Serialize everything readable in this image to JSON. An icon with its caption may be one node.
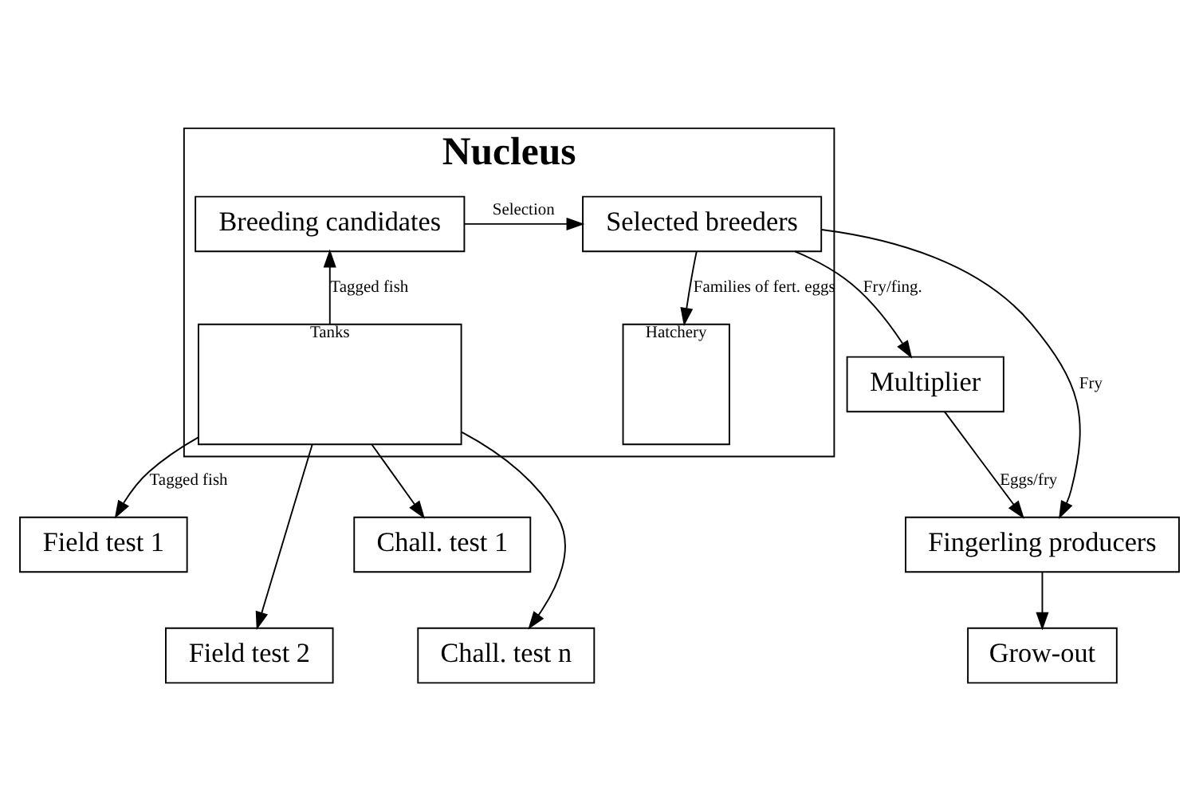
{
  "diagram": {
    "nodes": [
      {
        "text": [
          "Nucleus"
        ]
      },
      {
        "text": [
          "Breeding candidates"
        ],
        "in": 0
      },
      {
        "text": [
          "Selected breeders"
        ],
        "in": 0
      },
      {
        "text": [
          "Tanks"
        ],
        "in": 0
      },
      {
        "text": [
          "Hatchery"
        ],
        "in": 0
      },
      {
        "text": [
          "Multiplier"
        ]
      },
      {
        "text": [
          "Fingerling producers"
        ]
      },
      {
        "text": [
          "Grow-out"
        ]
      },
      {
        "text": [
          "Field test 1"
        ]
      },
      {
        "text": [
          "Field test 2"
        ]
      },
      {
        "text": [
          "Chall. test 1"
        ]
      },
      {
        "text": [
          "Chall. test n"
        ]
      }
    ],
    "edges": [
      {
        "from": 1,
        "to": 2,
        "arrow": "to",
        "label": "Selection"
      },
      {
        "from": 2,
        "to": 4,
        "arrow": "to",
        "label": "Families of fert. eggs"
      },
      {
        "from": 3,
        "to": 1,
        "arrow": "to",
        "label": "Tagged fish"
      },
      {
        "from": 2,
        "to": 5,
        "arrow": "to",
        "label": "Fry/fing."
      },
      {
        "from": 2,
        "to": 6,
        "arrow": "to",
        "label": "Fry"
      },
      {
        "from": 5,
        "to": 6,
        "arrow": "to",
        "label": "Eggs/fry"
      },
      {
        "from": 6,
        "to": 7,
        "arrow": "to"
      },
      {
        "from": 3,
        "to": 8,
        "arrow": "to",
        "label": "Tagged fish"
      },
      {
        "from": 3,
        "to": 9,
        "arrow": "to"
      },
      {
        "from": 3,
        "to": 10,
        "arrow": "to"
      },
      {
        "from": 3,
        "to": 11,
        "arrow": "to"
      }
    ]
  }
}
